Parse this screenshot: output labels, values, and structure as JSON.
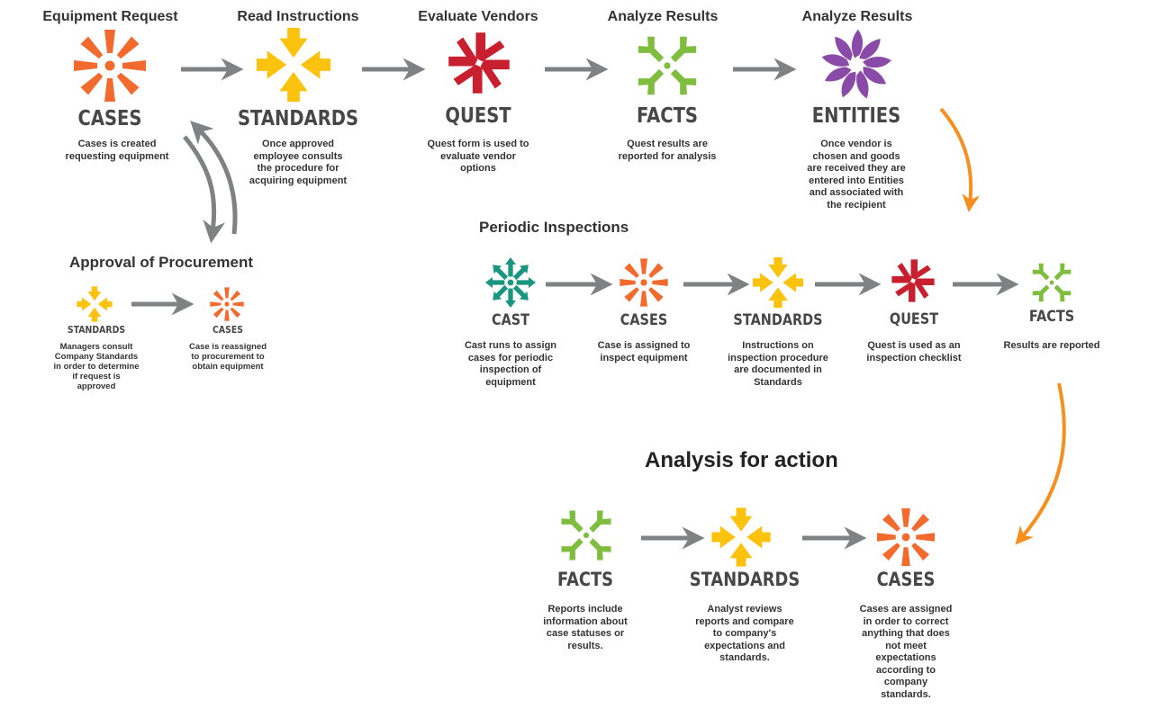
{
  "colors": {
    "cases": "#f26a2e",
    "standards": "#fbc20e",
    "quest": "#c8202f",
    "facts": "#7ebd3e",
    "entities": "#8a4aa8",
    "cast": "#1a9582",
    "arrow_gray": "#7f8283",
    "arrow_orange": "#f5901f"
  },
  "main_flow": {
    "steps": [
      {
        "title": "Equipment Request",
        "icon": "cases-icon",
        "name": "CASES",
        "desc": "Cases is created\nrequesting equipment"
      },
      {
        "title": "Read Instructions",
        "icon": "standards-icon",
        "name": "STANDARDS",
        "desc": "Once approved\nemployee consults\nthe procedure for\nacquiring equipment"
      },
      {
        "title": "Evaluate Vendors",
        "icon": "quest-icon",
        "name": "QUEST",
        "desc": "Quest form is used to\nevaluate vendor\noptions"
      },
      {
        "title": "Analyze Results",
        "icon": "facts-icon",
        "name": "FACTS",
        "desc": "Quest results are\nreported for analysis"
      },
      {
        "title": "Analyze Results",
        "icon": "entities-icon",
        "name": "ENTITIES",
        "desc": "Once vendor is\nchosen and goods\nare received they are\nentered into Entities\nand associated with\nthe recipient"
      }
    ]
  },
  "approval": {
    "title": "Approval of Procurement",
    "steps": [
      {
        "icon": "standards-icon",
        "name": "STANDARDS",
        "desc": "Managers consult\nCompany Standards\nin order to determine\nif request is\napproved"
      },
      {
        "icon": "cases-icon",
        "name": "CASES",
        "desc": "Case is reassigned\nto procurement to\nobtain equipment"
      }
    ]
  },
  "periodic": {
    "title": "Periodic Inspections",
    "steps": [
      {
        "icon": "cast-icon",
        "name": "CAST",
        "desc": "Cast runs to assign\ncases for periodic\ninspection of\nequipment"
      },
      {
        "icon": "cases-icon",
        "name": "CASES",
        "desc": "Case is assigned to\ninspect equipment"
      },
      {
        "icon": "standards-icon",
        "name": "STANDARDS",
        "desc": "Instructions on\ninspection procedure\nare documented in\nStandards"
      },
      {
        "icon": "quest-icon",
        "name": "QUEST",
        "desc": "Quest is used as an\ninspection checklist"
      },
      {
        "icon": "facts-icon",
        "name": "FACTS",
        "desc": "Results are reported"
      }
    ]
  },
  "analysis": {
    "title": "Analysis for action",
    "steps": [
      {
        "icon": "facts-icon",
        "name": "FACTS",
        "desc": "Reports include\ninformation about\ncase statuses or\nresults."
      },
      {
        "icon": "standards-icon",
        "name": "STANDARDS",
        "desc": "Analyst reviews\nreports and compare\nto company's\nexpectations and\nstandards."
      },
      {
        "icon": "cases-icon",
        "name": "CASES",
        "desc": "Cases are assigned\nin order to correct\nanything that does\nnot meet\nexpectations\naccording to\ncompany\nstandards."
      }
    ]
  }
}
